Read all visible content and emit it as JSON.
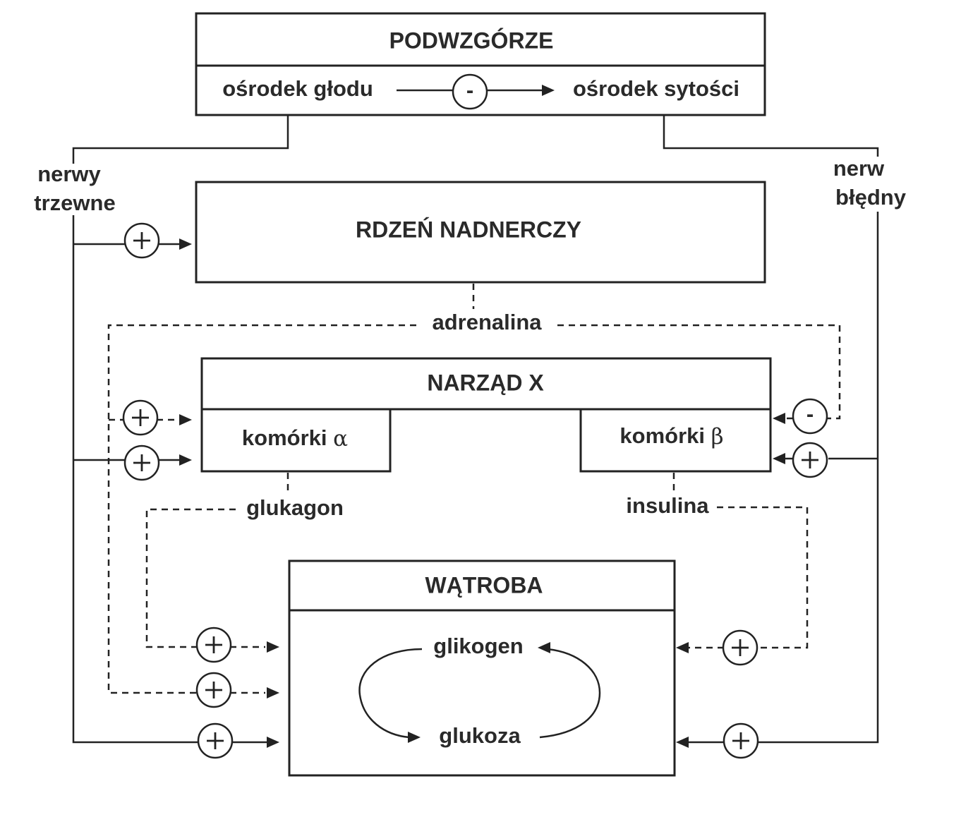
{
  "podwzgorze": {
    "title": "PODWZGÓRZE",
    "left": "ośrodek głodu",
    "right": "ośrodek sytości"
  },
  "nerves": {
    "left_line1": "nerwy",
    "left_line2": "trzewne",
    "right_line1": "nerw",
    "right_line2": "błędny"
  },
  "rdzen": {
    "title": "RDZEŃ NADNERCZY"
  },
  "hormones": {
    "adrenalina": "adrenalina",
    "glukagon": "glukagon",
    "insulina": "insulina"
  },
  "narzad": {
    "title": "NARZĄD X",
    "alpha_prefix": "komórki",
    "alpha_symbol": "α",
    "beta_prefix": "komórki",
    "beta_symbol": "β"
  },
  "watroba": {
    "title": "WĄTROBA",
    "glikogen": "glikogen",
    "glukoza": "glukoza"
  },
  "signs": {
    "plus": "+",
    "minus": "-"
  }
}
